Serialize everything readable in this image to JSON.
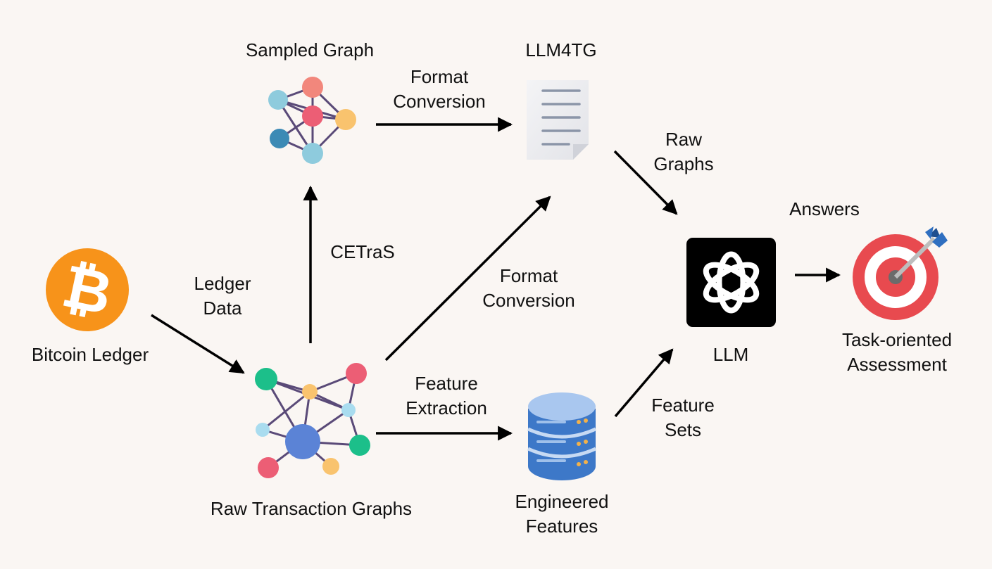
{
  "labels": {
    "sampled_graph": "Sampled Graph",
    "llm4tg": "LLM4TG",
    "format_conversion_top": [
      "Format",
      "Conversion"
    ],
    "raw_graphs": [
      "Raw",
      "Graphs"
    ],
    "answers": "Answers",
    "cetras": "CETraS",
    "ledger_data": [
      "Ledger",
      "Data"
    ],
    "format_conversion_mid": [
      "Format",
      "Conversion"
    ],
    "bitcoin_ledger": "Bitcoin Ledger",
    "llm": "LLM",
    "task_assessment": [
      "Task-oriented",
      "Assessment"
    ],
    "feature_extraction": [
      "Feature",
      "Extraction"
    ],
    "feature_sets": [
      "Feature",
      "Sets"
    ],
    "raw_transaction_graphs": "Raw Transaction Graphs",
    "engineered_features": [
      "Engineered",
      "Features"
    ]
  },
  "icons": {
    "bitcoin_symbol": "₿"
  },
  "colors": {
    "background": "#faf6f3",
    "bitcoin_orange": "#f7931a",
    "llm_box": "#000000",
    "target_red": "#e84a4f",
    "database_blue": "#3d78c8",
    "edge_purple": "#5a4a78",
    "arrow": "#000000"
  }
}
